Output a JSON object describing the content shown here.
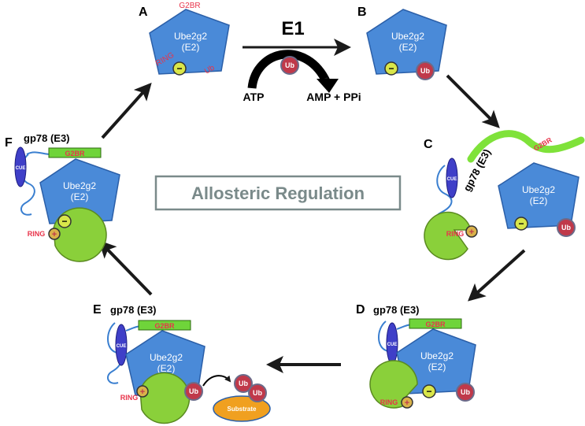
{
  "panels": {
    "A": {
      "letter": "A",
      "e2_name": "Ube2g2",
      "e2_sub": "(E2)",
      "g2br": "G2BR",
      "ring_site": "RING",
      "ub_site": "Ub"
    },
    "B": {
      "letter": "B",
      "e2_name": "Ube2g2",
      "e2_sub": "(E2)",
      "ub": "Ub"
    },
    "C": {
      "letter": "C",
      "e3": "gp78 (E3)",
      "cue": "CUE",
      "ring": "RING",
      "g2br": "G2BR",
      "e2_name": "Ube2g2",
      "e2_sub": "(E2)",
      "ub": "Ub"
    },
    "D": {
      "letter": "D",
      "e3": "gp78 (E3)",
      "cue": "CUE",
      "ring": "RING",
      "g2br": "G2BR",
      "e2_name": "Ube2g2",
      "e2_sub": "(E2)",
      "ub": "Ub"
    },
    "E": {
      "letter": "E",
      "e3": "gp78 (E3)",
      "cue": "CUE",
      "ring": "RING",
      "g2br": "G2BR",
      "e2_name": "Ube2g2",
      "e2_sub": "(E2)",
      "ub": "Ub",
      "ub_chain_1": "Ub",
      "ub_chain_2": "Ub",
      "substrate": "Substrate"
    },
    "F": {
      "letter": "F",
      "e3": "gp78 (E3)",
      "cue": "CUE",
      "ring": "RING",
      "g2br": "G2BR",
      "e2_name": "Ube2g2",
      "e2_sub": "(E2)"
    }
  },
  "e1_step": {
    "enzyme": "E1",
    "ub": "Ub",
    "input": "ATP",
    "output": "AMP + PPi"
  },
  "center_label": "Allosteric Regulation",
  "colors": {
    "e2_fill": "#4a8ad8",
    "e2_stroke": "#2b5fa8",
    "ub_fill": "#c0394a",
    "ring_fill": "#8ad03a",
    "g2br_fill": "#6fd43a",
    "cue_fill": "#3f3fc8",
    "substrate_fill": "#f0a020",
    "linker": "#3a7fd0"
  }
}
